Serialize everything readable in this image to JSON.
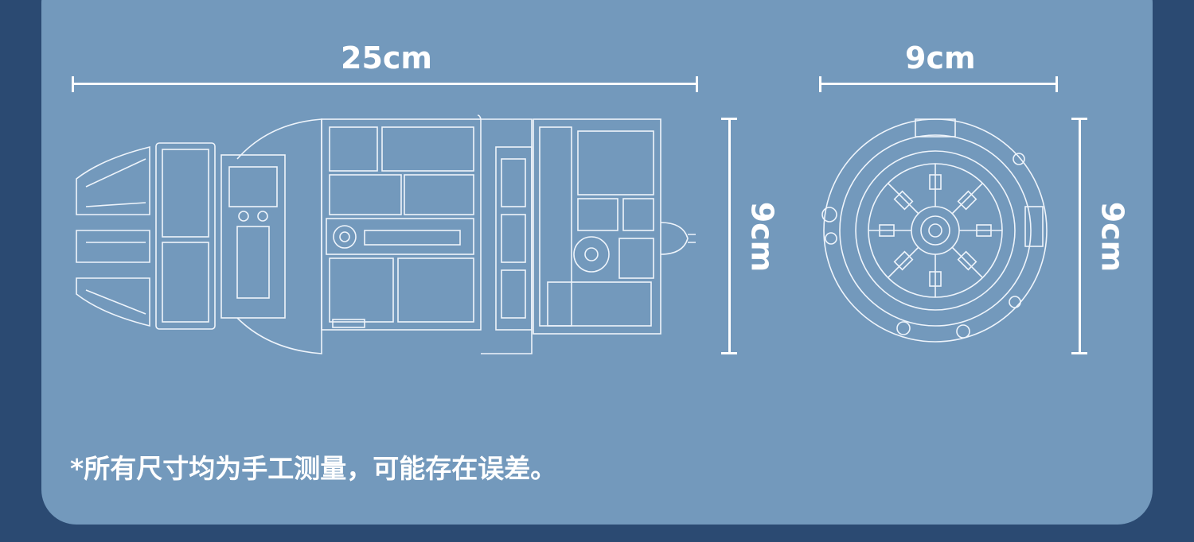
{
  "dimensions": {
    "length_label": "25cm",
    "height_label_side": "9cm",
    "width_label_end": "9cm",
    "height_label_end": "9cm"
  },
  "note": "*所有尺寸均为手工测量，可能存在误差。",
  "colors": {
    "background": "#2b4a72",
    "panel": "#7399bc",
    "line": "#ffffff"
  }
}
